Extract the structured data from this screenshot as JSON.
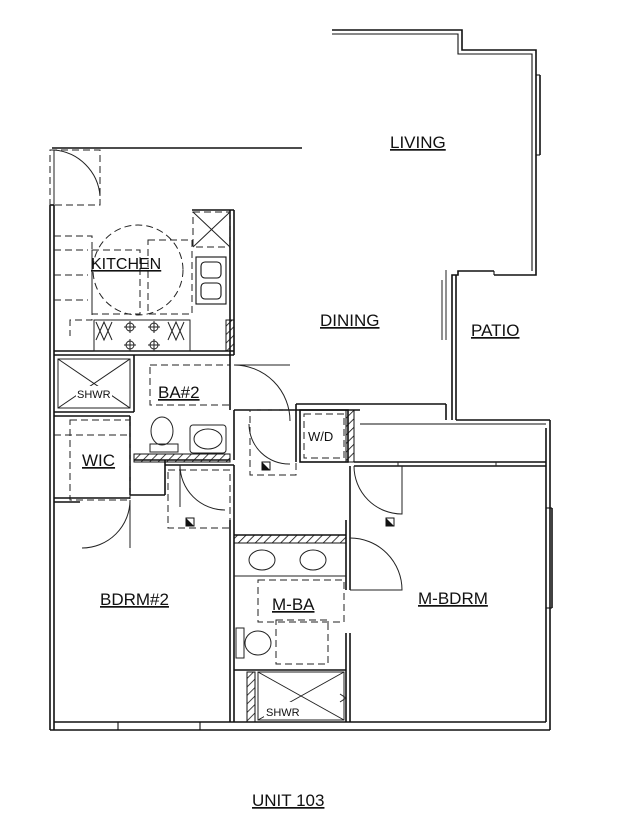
{
  "rooms": {
    "living": "LIVING",
    "dining": "DINING",
    "patio": "PATIO",
    "kitchen": "KITCHEN",
    "shower1": "SHWR",
    "bath2": "BA#2",
    "wd": "W/D",
    "wic": "WIC",
    "bdrm2": "BDRM#2",
    "mba": "M-BA",
    "mbdrm": "M-BDRM",
    "shower2": "SHWR"
  },
  "title": "UNIT 103"
}
